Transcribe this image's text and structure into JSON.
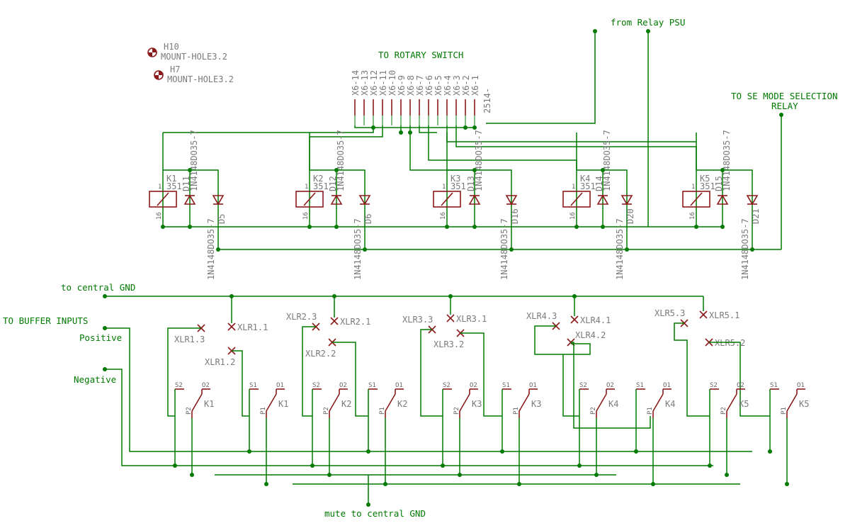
{
  "net_labels": {
    "from_relay_psu": "from Relay PSU",
    "to_rotary_switch": "TO ROTARY SWITCH",
    "to_se_mode_line1": "TO SE MODE SELECTION",
    "to_se_mode_line2": "RELAY",
    "to_central_gnd": "to central GND",
    "to_buffer_inputs": "TO BUFFER INPUTS",
    "positive": "Positive",
    "negative": "Negative",
    "mute_to_central_gnd": "mute to central GND"
  },
  "mount_holes": [
    {
      "name": "H10",
      "value": "MOUNT-HOLE3.2"
    },
    {
      "name": "H7",
      "value": "MOUNT-HOLE3.2"
    }
  ],
  "connector": {
    "part": "2514-",
    "pins": [
      "X6-14",
      "X6-13",
      "X6-12",
      "X6-11",
      "X6-10",
      "X6-9",
      "X6-8",
      "X6-7",
      "X6-6",
      "X6-5",
      "X6-4",
      "X6-3",
      "X6-2",
      "X6-1"
    ]
  },
  "relays": [
    {
      "name": "K1",
      "value": "351",
      "pin1": "1",
      "pin16": "16"
    },
    {
      "name": "K2",
      "value": "351",
      "pin1": "1",
      "pin16": "16"
    },
    {
      "name": "K3",
      "value": "351",
      "pin1": "1",
      "pin16": "16"
    },
    {
      "name": "K4",
      "value": "351",
      "pin1": "1",
      "pin16": "16"
    },
    {
      "name": "K5",
      "value": "351",
      "pin1": "1",
      "pin16": "16"
    }
  ],
  "inner_diodes": [
    {
      "name": "D11",
      "value": "1N4148DO35-7"
    },
    {
      "name": "D12",
      "value": "1N4148DO35-7"
    },
    {
      "name": "D13",
      "value": "1N4148DO35-7"
    },
    {
      "name": "D14",
      "value": "1N4148DO35-7"
    },
    {
      "name": "D15",
      "value": "1N4148DO35-7"
    }
  ],
  "outer_diodes": [
    {
      "name": "D5",
      "value": "1N4148DO35-7"
    },
    {
      "name": "D6",
      "value": "1N4148DO35-7"
    },
    {
      "name": "D16",
      "value": "1N4148DO35-7"
    },
    {
      "name": "D20",
      "value": "1N4148DO35-7"
    },
    {
      "name": "D21",
      "value": "1N4148DO35-7"
    }
  ],
  "xlr_pads": [
    {
      "name": "XLR1.1"
    },
    {
      "name": "XLR1.2"
    },
    {
      "name": "XLR1.3"
    },
    {
      "name": "XLR2.1"
    },
    {
      "name": "XLR2.2"
    },
    {
      "name": "XLR2.3"
    },
    {
      "name": "XLR3.1"
    },
    {
      "name": "XLR3.2"
    },
    {
      "name": "XLR3.3"
    },
    {
      "name": "XLR4.1"
    },
    {
      "name": "XLR4.2"
    },
    {
      "name": "XLR4.3"
    },
    {
      "name": "XLR5.1"
    },
    {
      "name": "XLR5.2"
    },
    {
      "name": "XLR5.3"
    }
  ],
  "contacts": [
    {
      "relay": "K1",
      "common": "P2",
      "nc": "S2",
      "no": "O2"
    },
    {
      "relay": "K1",
      "common": "P1",
      "nc": "S1",
      "no": "O1"
    },
    {
      "relay": "K2",
      "common": "P2",
      "nc": "S2",
      "no": "O2"
    },
    {
      "relay": "K2",
      "common": "P1",
      "nc": "S1",
      "no": "O1"
    },
    {
      "relay": "K3",
      "common": "P2",
      "nc": "S2",
      "no": "O2"
    },
    {
      "relay": "K3",
      "common": "P1",
      "nc": "S1",
      "no": "O1"
    },
    {
      "relay": "K4",
      "common": "P2",
      "nc": "S2",
      "no": "O2"
    },
    {
      "relay": "K4",
      "common": "P1",
      "nc": "S1",
      "no": "O1"
    },
    {
      "relay": "K5",
      "common": "P2",
      "nc": "S2",
      "no": "O2"
    },
    {
      "relay": "K5",
      "common": "P1",
      "nc": "S1",
      "no": "O1"
    }
  ]
}
